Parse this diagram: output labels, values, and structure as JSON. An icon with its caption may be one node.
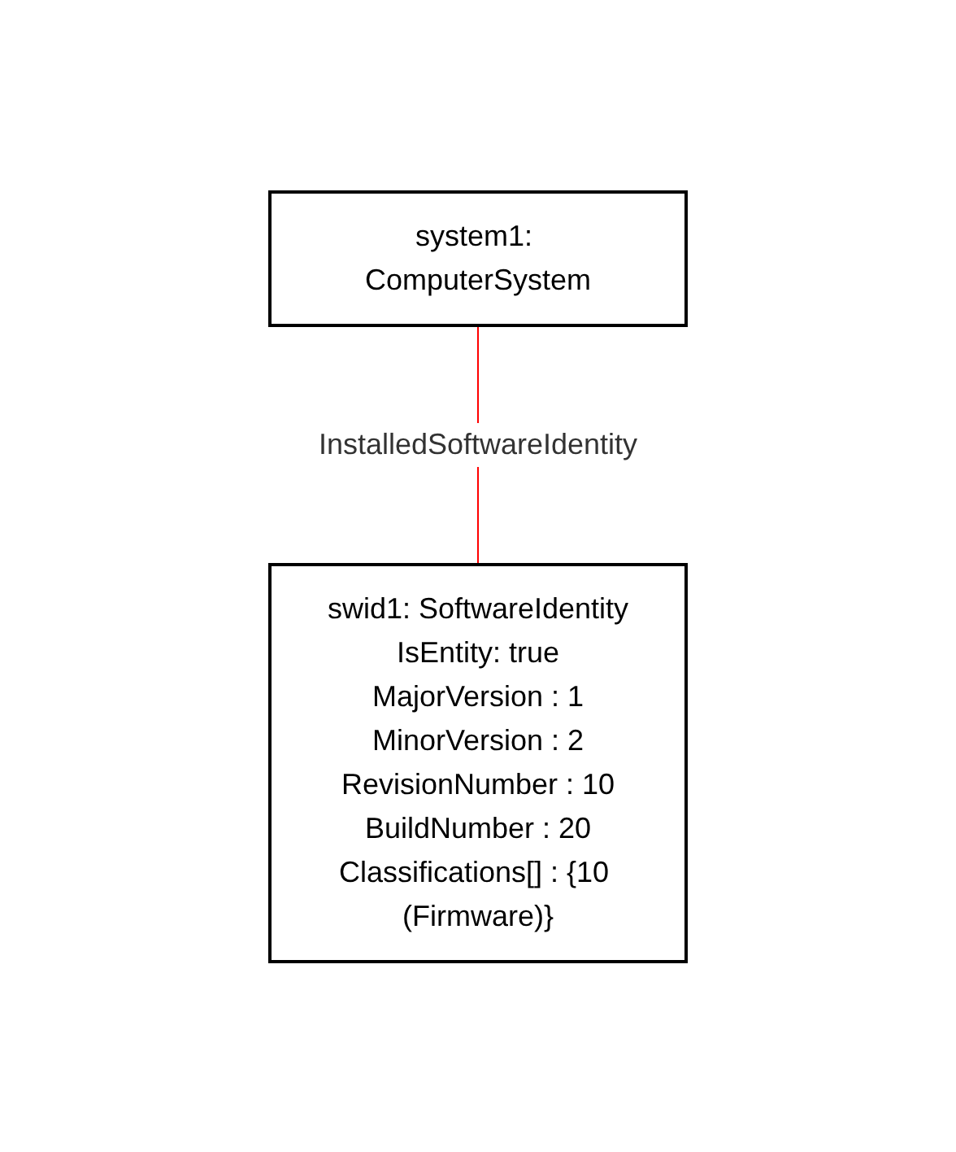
{
  "diagram": {
    "nodes": [
      {
        "text": [
          "system1: ComputerSystem"
        ]
      },
      {
        "text": [
          "swid1: SoftwareIdentity",
          "IsEntity: true",
          "MajorVersion : 1",
          "MinorVersion : 2",
          "RevisionNumber : 10",
          "BuildNumber : 20",
          "Classifications[] : {10 (Firmware)}"
        ]
      }
    ],
    "edges": [
      {
        "from": 0,
        "to": 1,
        "arrow": "none",
        "label": "InstalledSoftwareIdentity",
        "color": "#ff0000"
      }
    ]
  }
}
